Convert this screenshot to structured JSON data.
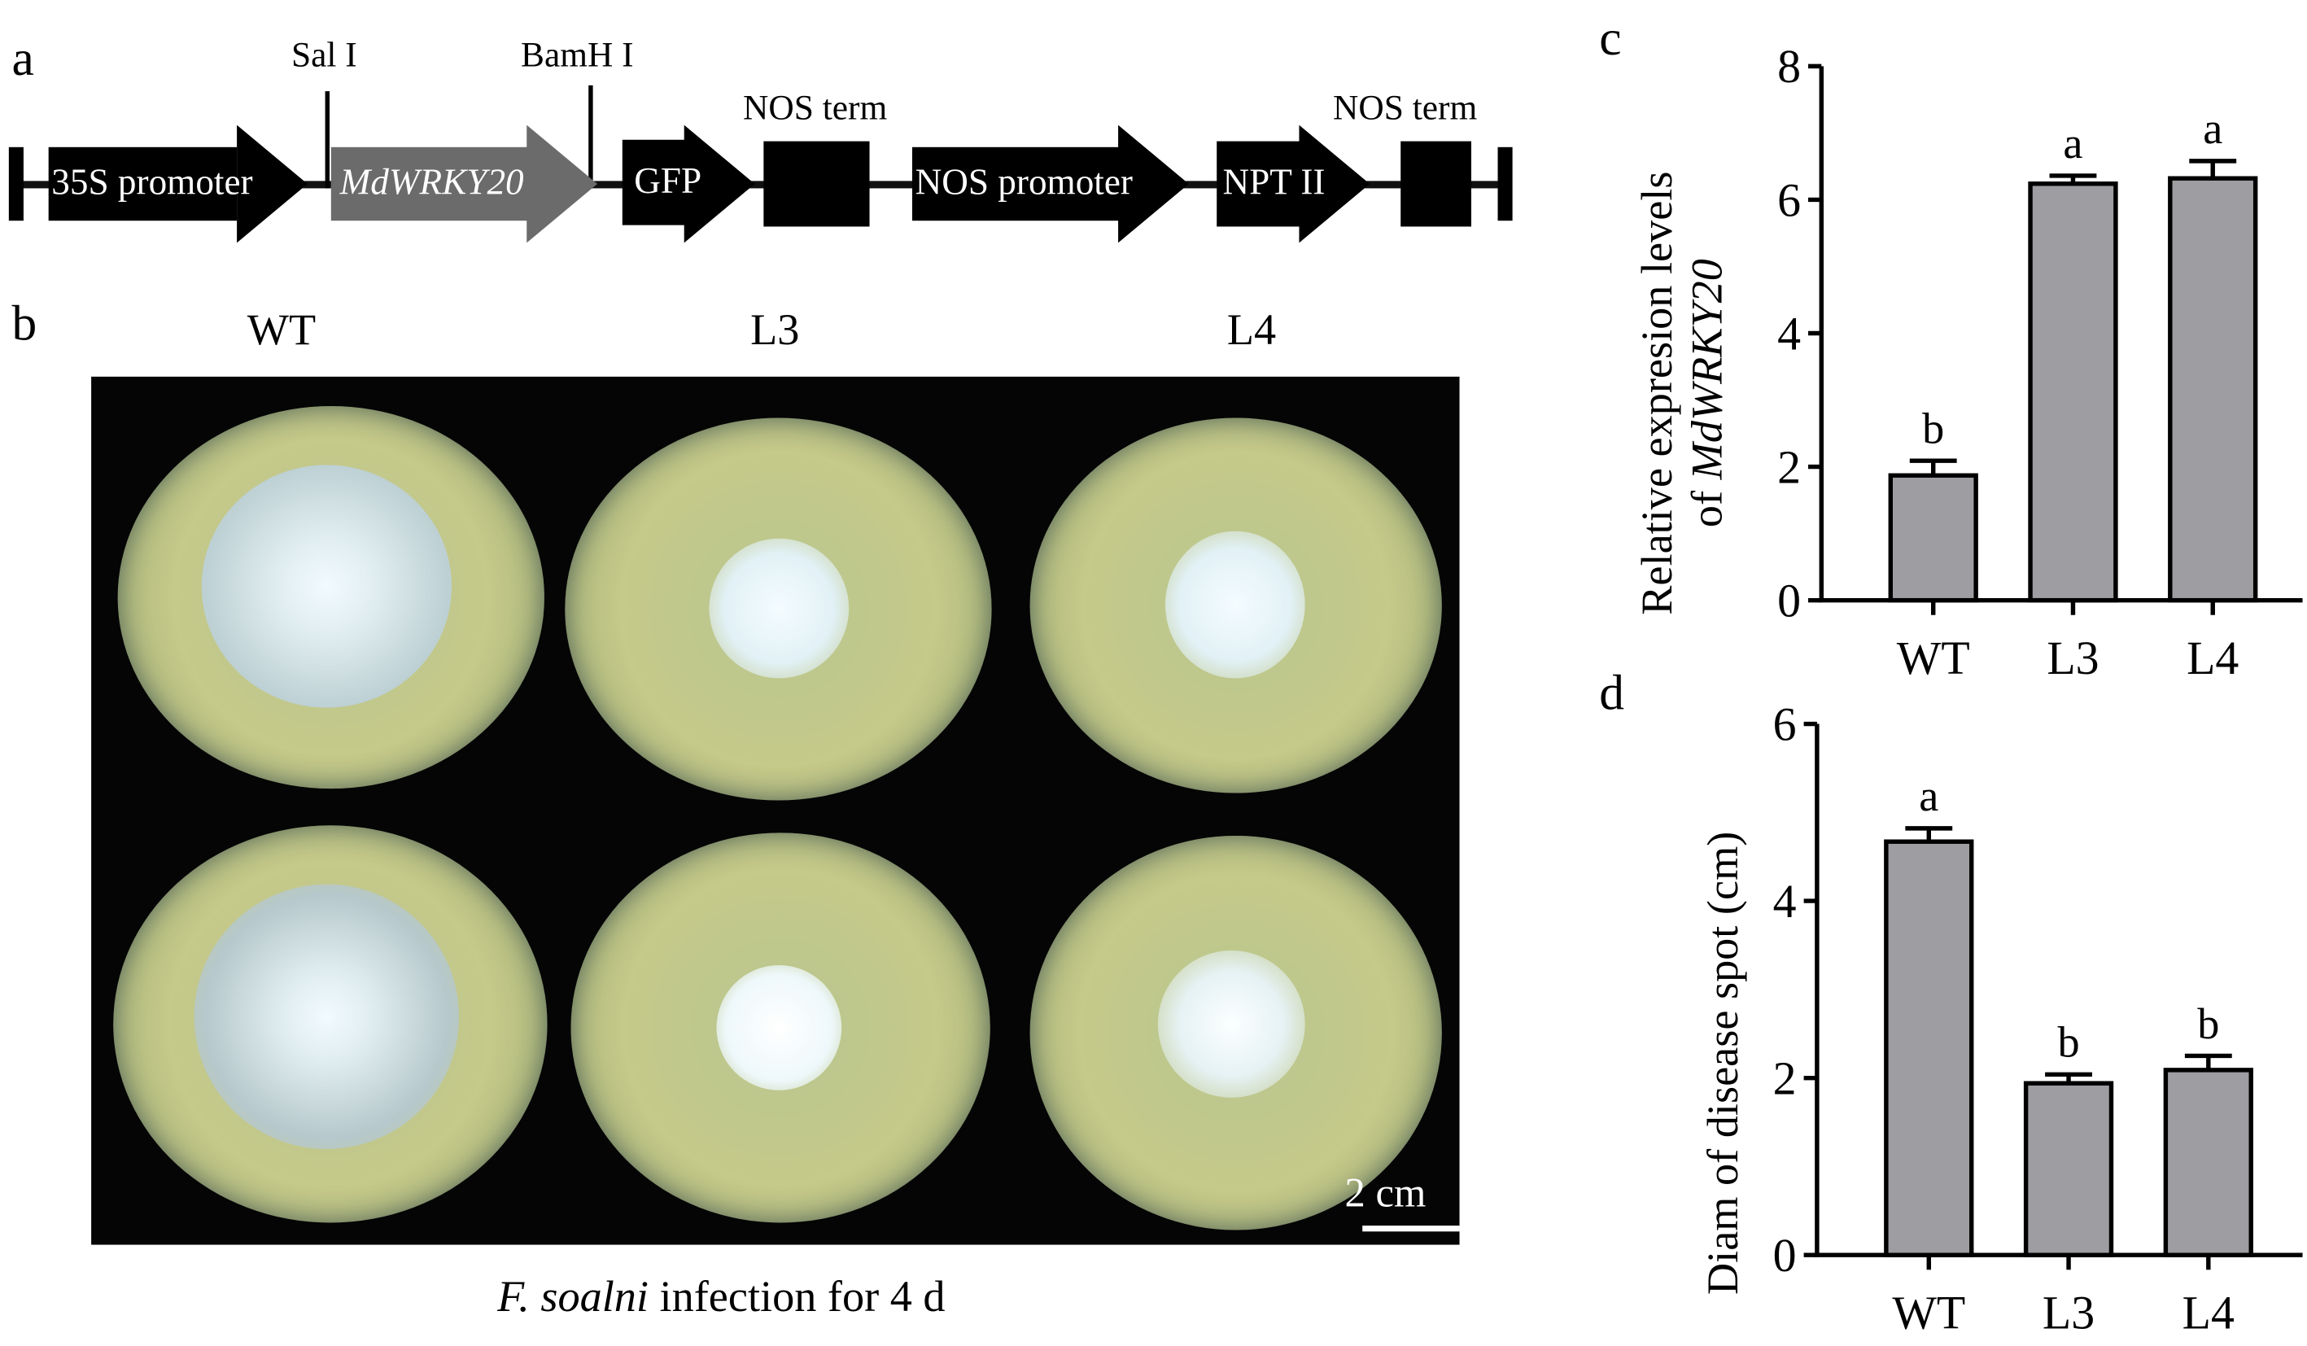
{
  "figure": {
    "panel_labels": {
      "a": "a",
      "b": "b",
      "c": "c",
      "d": "d"
    },
    "construct": {
      "sites": [
        {
          "label": "Sal I"
        },
        {
          "label": "BamH I"
        }
      ],
      "features": [
        {
          "label": "35S promoter",
          "type": "arrow",
          "color": "#000000"
        },
        {
          "label": "MdWRKY20",
          "type": "arrow",
          "color": "#6b6b6b",
          "italic": true
        },
        {
          "label": "GFP",
          "type": "arrow",
          "color": "#000000"
        },
        {
          "label": "",
          "type": "box",
          "name": "NOS term",
          "color": "#000000"
        },
        {
          "label": "NOS promoter",
          "type": "arrow",
          "color": "#000000"
        },
        {
          "label": "NPT II",
          "type": "arrow",
          "color": "#000000"
        },
        {
          "label": "",
          "type": "box",
          "name": "NOS term",
          "color": "#000000"
        }
      ],
      "terminator_labels": [
        "NOS term",
        "NOS term"
      ]
    },
    "photo": {
      "column_labels": [
        "WT",
        "L3",
        "L4"
      ],
      "scale_bar": "2 cm",
      "caption_italic": "F. soalni",
      "caption_rest": " infection for 4 d"
    }
  },
  "chart_data": [
    {
      "type": "bar",
      "panel": "c",
      "title": "",
      "ylabel": "Relative expresion levels of MdWRKY20",
      "ylabel_line1": "Relative expresion levels",
      "ylabel_line2_prefix": "of ",
      "ylabel_line2_italic": "MdWRKY20",
      "xlabel": "",
      "categories": [
        "WT",
        "L3",
        "L4"
      ],
      "values": [
        1.87,
        6.24,
        6.32
      ],
      "error": [
        0.22,
        0.12,
        0.26
      ],
      "significance": [
        "b",
        "a",
        "a"
      ],
      "ylim": [
        0,
        8
      ],
      "yticks": [
        0,
        2,
        4,
        6,
        8
      ],
      "bar_color": "#9d9da2",
      "grid": false,
      "legend": null
    },
    {
      "type": "bar",
      "panel": "d",
      "title": "",
      "ylabel": "Diam of disease spot (cm)",
      "xlabel": "",
      "categories": [
        "WT",
        "L3",
        "L4"
      ],
      "values": [
        4.67,
        1.94,
        2.09
      ],
      "error": [
        0.15,
        0.1,
        0.16
      ],
      "significance": [
        "a",
        "b",
        "b"
      ],
      "ylim": [
        0,
        6
      ],
      "yticks": [
        0,
        2,
        4,
        6
      ],
      "bar_color": "#9d9da2",
      "grid": false,
      "legend": null
    }
  ]
}
